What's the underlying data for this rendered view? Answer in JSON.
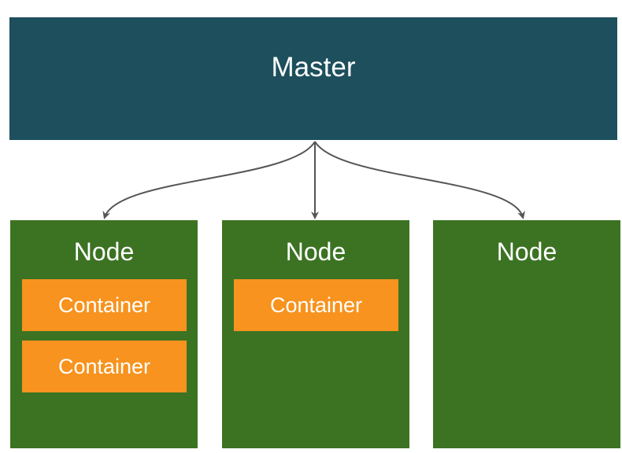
{
  "master": {
    "label": "Master"
  },
  "nodes": [
    {
      "label": "Node",
      "containers": [
        "Container",
        "Container"
      ]
    },
    {
      "label": "Node",
      "containers": [
        "Container"
      ]
    },
    {
      "label": "Node",
      "containers": []
    }
  ],
  "colors": {
    "master": "#1d4f5c",
    "node": "#3c7323",
    "container": "#f7931e",
    "arrow": "#555555"
  }
}
